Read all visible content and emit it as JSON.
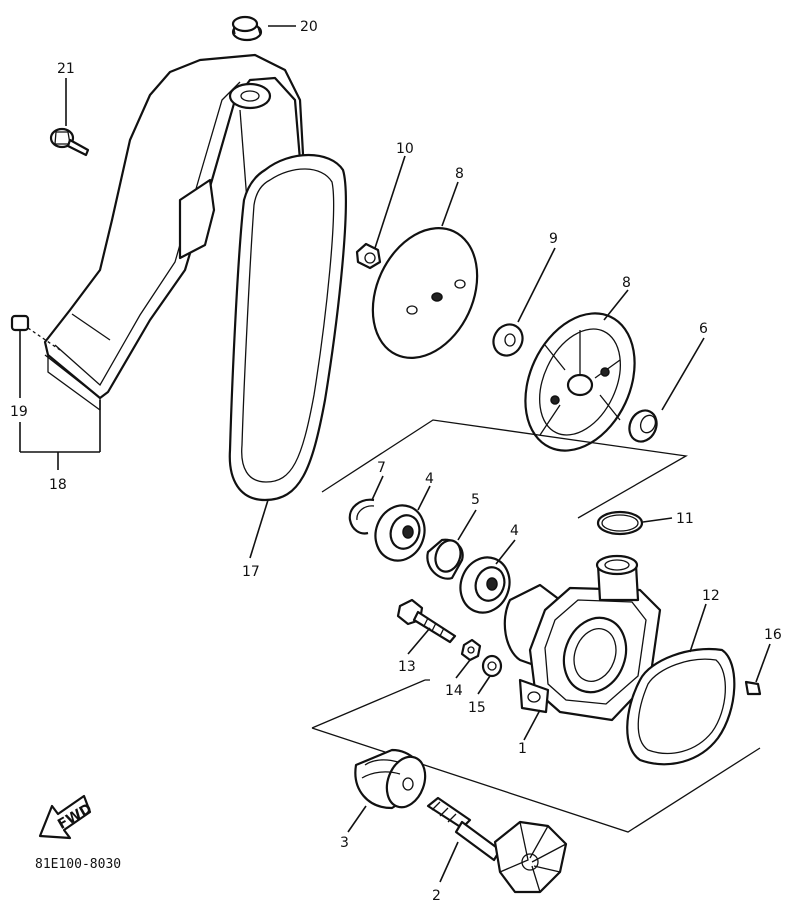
{
  "diagram": {
    "code": "81E100-8030",
    "fwd_label": "FWD",
    "callouts": [
      "1",
      "2",
      "3",
      "4",
      "4",
      "5",
      "6",
      "7",
      "8",
      "8",
      "9",
      "10",
      "11",
      "12",
      "13",
      "14",
      "15",
      "16",
      "17",
      "18",
      "19",
      "20",
      "21"
    ]
  }
}
